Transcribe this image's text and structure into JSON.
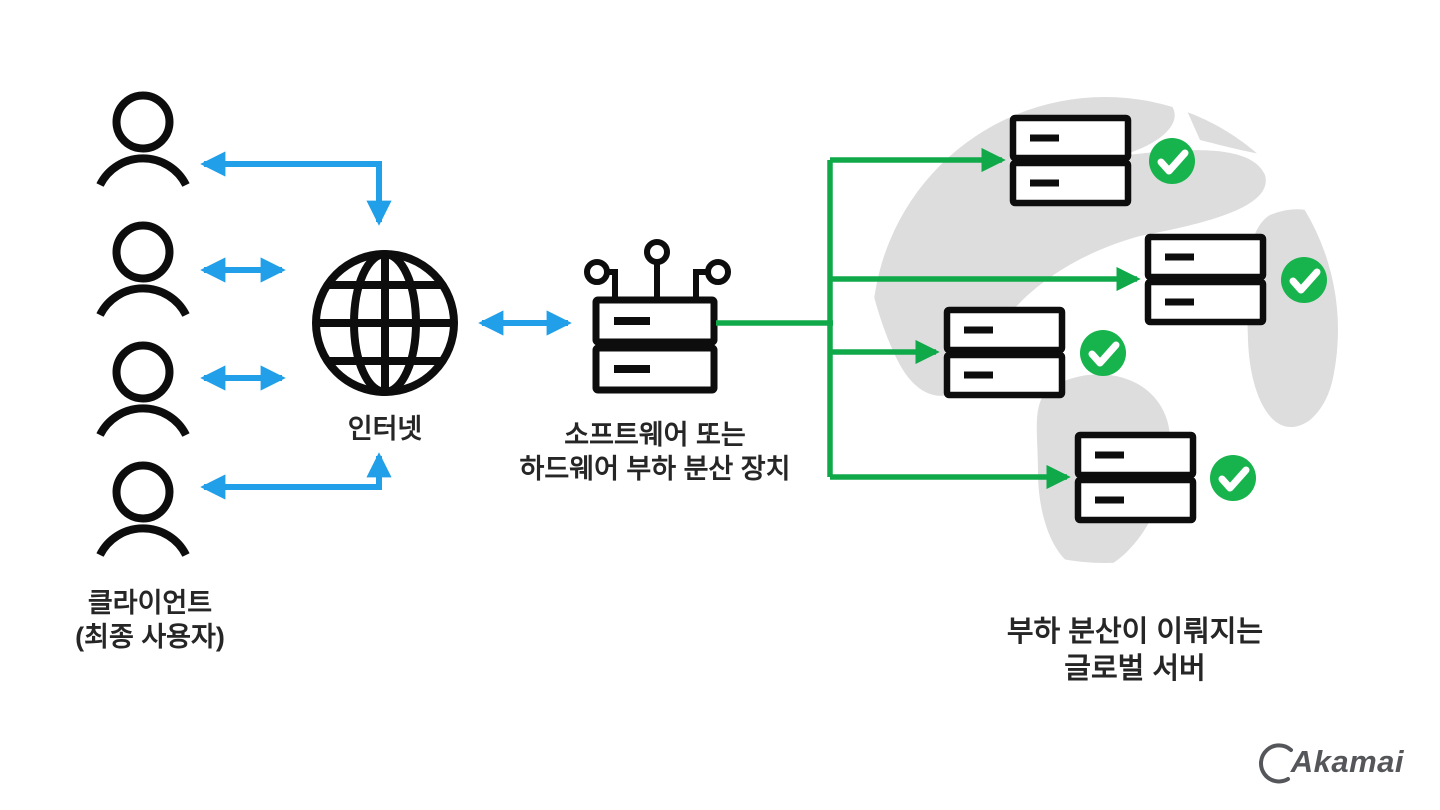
{
  "labels": {
    "clients_line1": "클라이언트",
    "clients_line2": "(최종 사용자)",
    "internet": "인터넷",
    "load_balancer_line1": "소프트웨어 또는",
    "load_balancer_line2": "하드웨어 부하 분산 장치",
    "servers_line1": "부하 분산이 이뤄지는",
    "servers_line2": "글로벌 서버"
  },
  "logo": {
    "text": "Akamai"
  },
  "counts": {
    "clients": 4,
    "global_servers": 4,
    "check_badges": 4
  },
  "icons": {
    "client": "person-icon",
    "internet": "globe-grid-icon",
    "load_balancer": "server-network-icon",
    "global_server": "server-stack-icon",
    "status": "check-circle-icon",
    "background": "world-map-silhouette",
    "brand": "akamai-arc-logo"
  },
  "colors": {
    "arrow_blue": "#219FE8",
    "line_green": "#10A94A",
    "check_green": "#17B34C",
    "icon_stroke": "#0D0D0D",
    "map_gray": "#DDDDDD",
    "label_text": "#262626",
    "logo_gray": "#54565A",
    "background": "#FFFFFF"
  }
}
